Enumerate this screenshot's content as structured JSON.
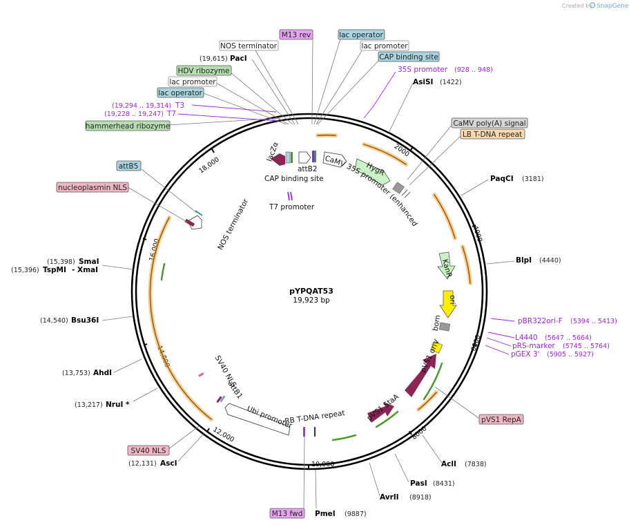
{
  "credit": {
    "created_by": "Created by",
    "app": "SnapGene"
  },
  "plasmid": {
    "name": "pYPQAT53",
    "size": "19,923 bp"
  },
  "colors": {
    "primer": "#a020f0",
    "misc_green": "#b7deb0",
    "misc_blue": "#a9d4e0",
    "misc_pink": "#f0b6c5",
    "misc_purple": "#e6a3f2",
    "misc_orange": "#fbd9ae",
    "misc_grey": "#d6d6d6",
    "orf": "#f2a33a",
    "cds_maroon": "#8a2555",
    "ori_yellow": "#ffee00",
    "hygr": "#c9f3c4"
  },
  "ticks": [
    "2000",
    "4000",
    "6000",
    "8000",
    "10,000",
    "12,000",
    "14,000",
    "16,000",
    "18,000"
  ],
  "callouts": {
    "m13rev": "M13 rev",
    "lac_operator_top": "lac operator",
    "nos_terminator_top": "NOS terminator",
    "lac_promoter_top": "lac promoter",
    "cap_site_top": "CAP binding site",
    "paci": "PacI",
    "paci_pos": "(19,615)",
    "hdv": "HDV ribozyme",
    "lac_promoter_left": "lac promoter",
    "lac_operator_left": "lac operator",
    "hammerhead": "hammerhead ribozyme",
    "p35s": "35S promoter",
    "p35s_range": "(928 .. 948)",
    "asisi": "AsiSI",
    "asisi_pos": "(1422)",
    "t3": "T3",
    "t3_range": "(19,294 .. 19,314)",
    "t7": "T7",
    "t7_range": "(19,228 .. 19,247)",
    "camv_polya": "CaMV poly(A) signal",
    "lb_tdna": "LB T-DNA repeat",
    "paqci": "PaqCI",
    "paqci_pos": "(3181)",
    "attb5": "attB5",
    "nls_nucleo": "nucleoplasmin NLS",
    "blpi": "BlpI",
    "blpi_pos": "(4440)",
    "smai": "SmaI",
    "smai_pos": "(15,398)",
    "tspmi": "TspMI",
    "xmai": "- XmaI",
    "tspmi_pos": "(15,396)",
    "bsu36i": "Bsu36I",
    "bsu36i_pos": "(14,540)",
    "pbr322": "pBR322ori-F",
    "pbr322_range": "(5394 .. 5413)",
    "l4440": "L4440",
    "l4440_range": "(5647 .. 5664)",
    "prs": "pRS-marker",
    "prs_range": "(5745 .. 5764)",
    "pgex": "pGEX 3'",
    "pgex_range": "(5905 .. 5927)",
    "ahdi": "AhdI",
    "ahdi_pos": "(13,753)",
    "nrui": "NruI *",
    "nrui_pos": "(13,217)",
    "pvs1_repa": "pVS1 RepA",
    "sv40_nls": "SV40 NLS",
    "asci": "AscI",
    "asci_pos": "(12,131)",
    "acli": "AclI",
    "acli_pos": "(7838)",
    "pasi": "PasI",
    "pasi_pos": "(8431)",
    "avrii": "AvrII",
    "avrii_pos": "(8918)",
    "m13fwd": "M13 fwd",
    "pmei": "PmeI",
    "pmei_pos": "(9887)"
  },
  "inner_labels": {
    "lacz": "lacZα",
    "attb2": "attB2",
    "cap": "CAP binding site",
    "t7prom": "T7 promoter",
    "camv35s": "CaMV 35S promoter (enhanced)",
    "hygr": "HygR",
    "kanr": "KanR",
    "ori": "ori",
    "bom": "bom",
    "pvs1_oriv": "pVS1 oriV",
    "pvs1_staa": "pVS1 StaA",
    "rb_tdna": "RB T-DNA repeat",
    "ubi": "Ubi promoter",
    "attb1": "attB1",
    "sv40_nls": "SV40 NLS",
    "nos_inner": "NOS terminator"
  }
}
